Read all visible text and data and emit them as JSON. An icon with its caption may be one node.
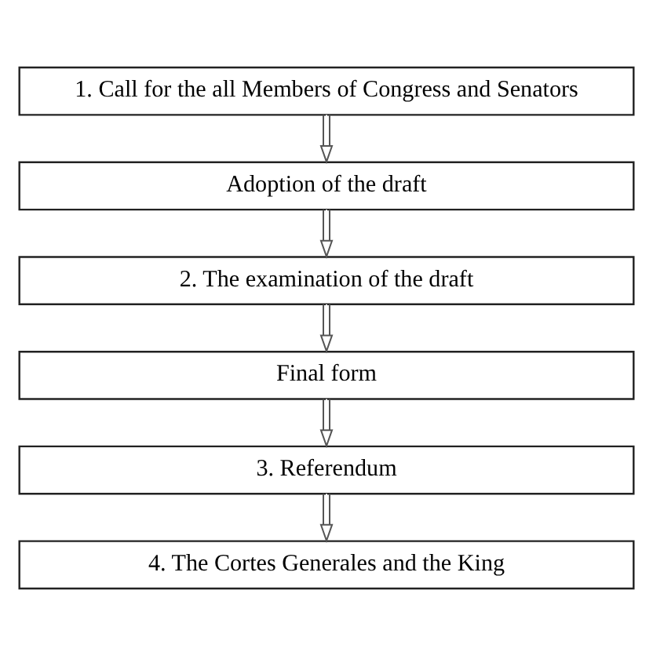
{
  "diagram": {
    "nodes": [
      {
        "text": [
          "1. Call for the all Members of Congress and Senators"
        ]
      },
      {
        "text": [
          "Adoption of the draft"
        ]
      },
      {
        "text": [
          "2. The examination of the draft"
        ]
      },
      {
        "text": [
          "Final form"
        ]
      },
      {
        "text": [
          "3. Referendum"
        ]
      },
      {
        "text": [
          "4. The Cortes Generales and the King"
        ]
      }
    ],
    "edges": [
      {
        "from": 0,
        "to": 1,
        "arrow": "to"
      },
      {
        "from": 1,
        "to": 2,
        "arrow": "to"
      },
      {
        "from": 2,
        "to": 3,
        "arrow": "to"
      },
      {
        "from": 3,
        "to": 4,
        "arrow": "to"
      },
      {
        "from": 4,
        "to": 5,
        "arrow": "to"
      }
    ]
  }
}
